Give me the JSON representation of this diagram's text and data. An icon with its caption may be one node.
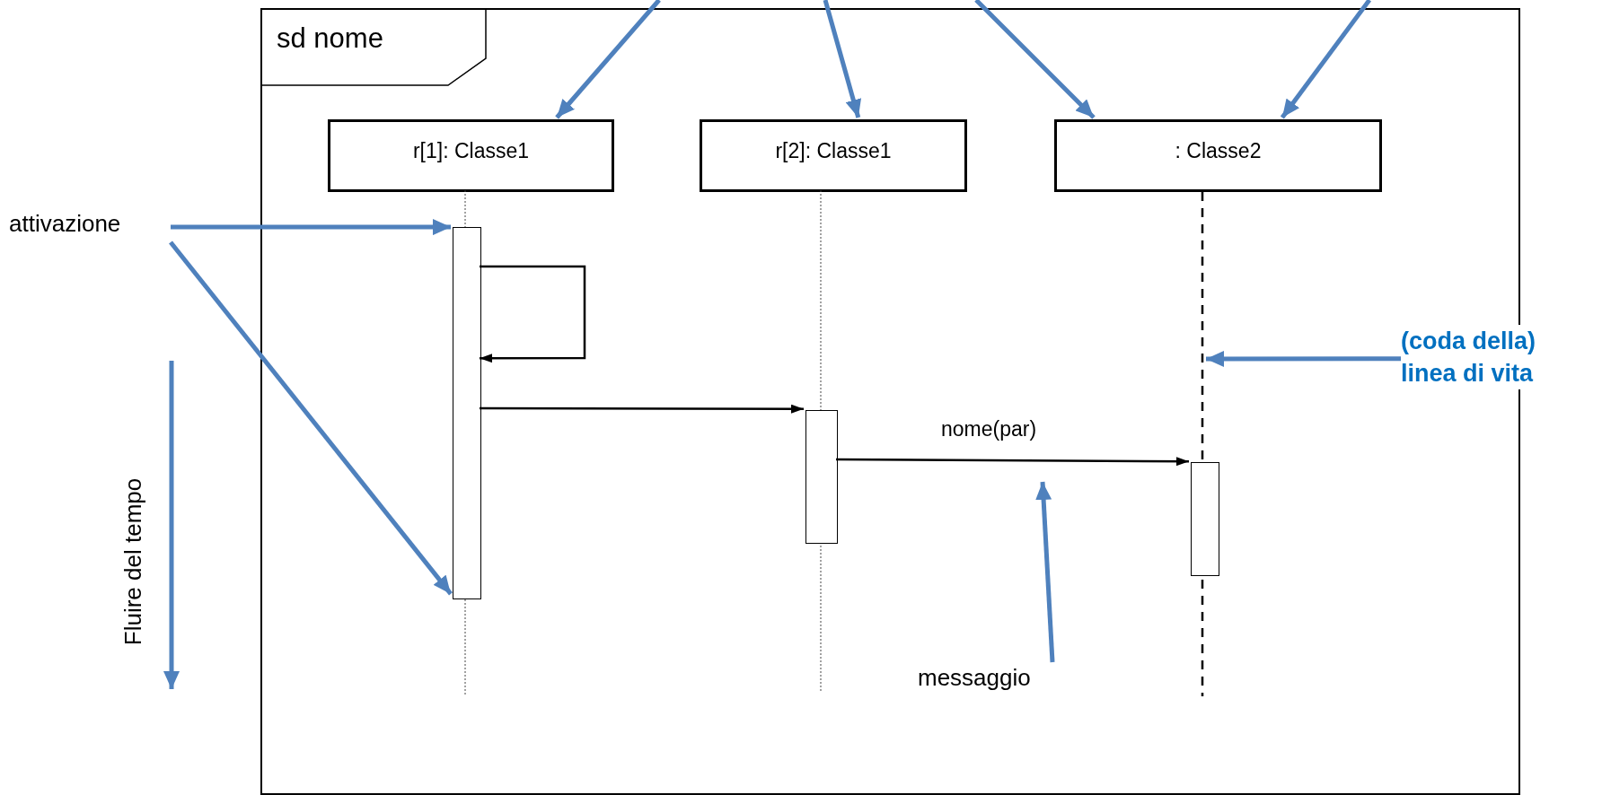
{
  "diagram": {
    "nodes": [
      {
        "text": [
          "sd nome"
        ]
      },
      {
        "text": [
          "r[1]: Classe1"
        ],
        "in": 0
      },
      {
        "text": [
          "r[2]: Classe1"
        ],
        "in": 0
      },
      {
        "text": [
          ": Classe2"
        ],
        "in": 0
      },
      {
        "text": [],
        "shape": "box",
        "in": 0
      },
      {
        "text": [],
        "shape": "box",
        "in": 0
      },
      {
        "text": [],
        "shape": "box",
        "in": 0
      },
      {
        "text": [],
        "shape": "line",
        "in": 0
      },
      {
        "text": [
          "attivazione"
        ]
      },
      {
        "text": [
          "(coda della) linea di vita"
        ]
      },
      {
        "text": [
          "messaggio"
        ],
        "in": 0
      }
    ],
    "edges": [
      {
        "from": 4,
        "to": 4,
        "arrow": "to",
        "color": "#000000"
      },
      {
        "from": 4,
        "to": 5,
        "arrow": "to",
        "color": "#000000"
      },
      {
        "from": 5,
        "to": 6,
        "arrow": "to",
        "label": "nome(par)",
        "color": "#000000"
      },
      {
        "from": null,
        "to": 1,
        "arrow": "to",
        "color": "#4f81bd"
      },
      {
        "from": null,
        "to": 2,
        "arrow": "to",
        "color": "#4f81bd"
      },
      {
        "from": null,
        "to": 3,
        "arrow": "to",
        "color": "#4f81bd"
      },
      {
        "from": null,
        "to": 3,
        "arrow": "to",
        "color": "#4f81bd"
      },
      {
        "from": 8,
        "to": 4,
        "arrow": "to",
        "color": "#4f81bd"
      },
      {
        "from": 8,
        "to": 4,
        "arrow": "to",
        "color": "#4f81bd"
      },
      {
        "from": 9,
        "to": 7,
        "arrow": "to",
        "color": "#4f81bd"
      },
      {
        "from": 10,
        "to": null,
        "arrow": "to",
        "color": "#4f81bd"
      }
    ],
    "labels": [
      "Fluire del tempo"
    ]
  }
}
